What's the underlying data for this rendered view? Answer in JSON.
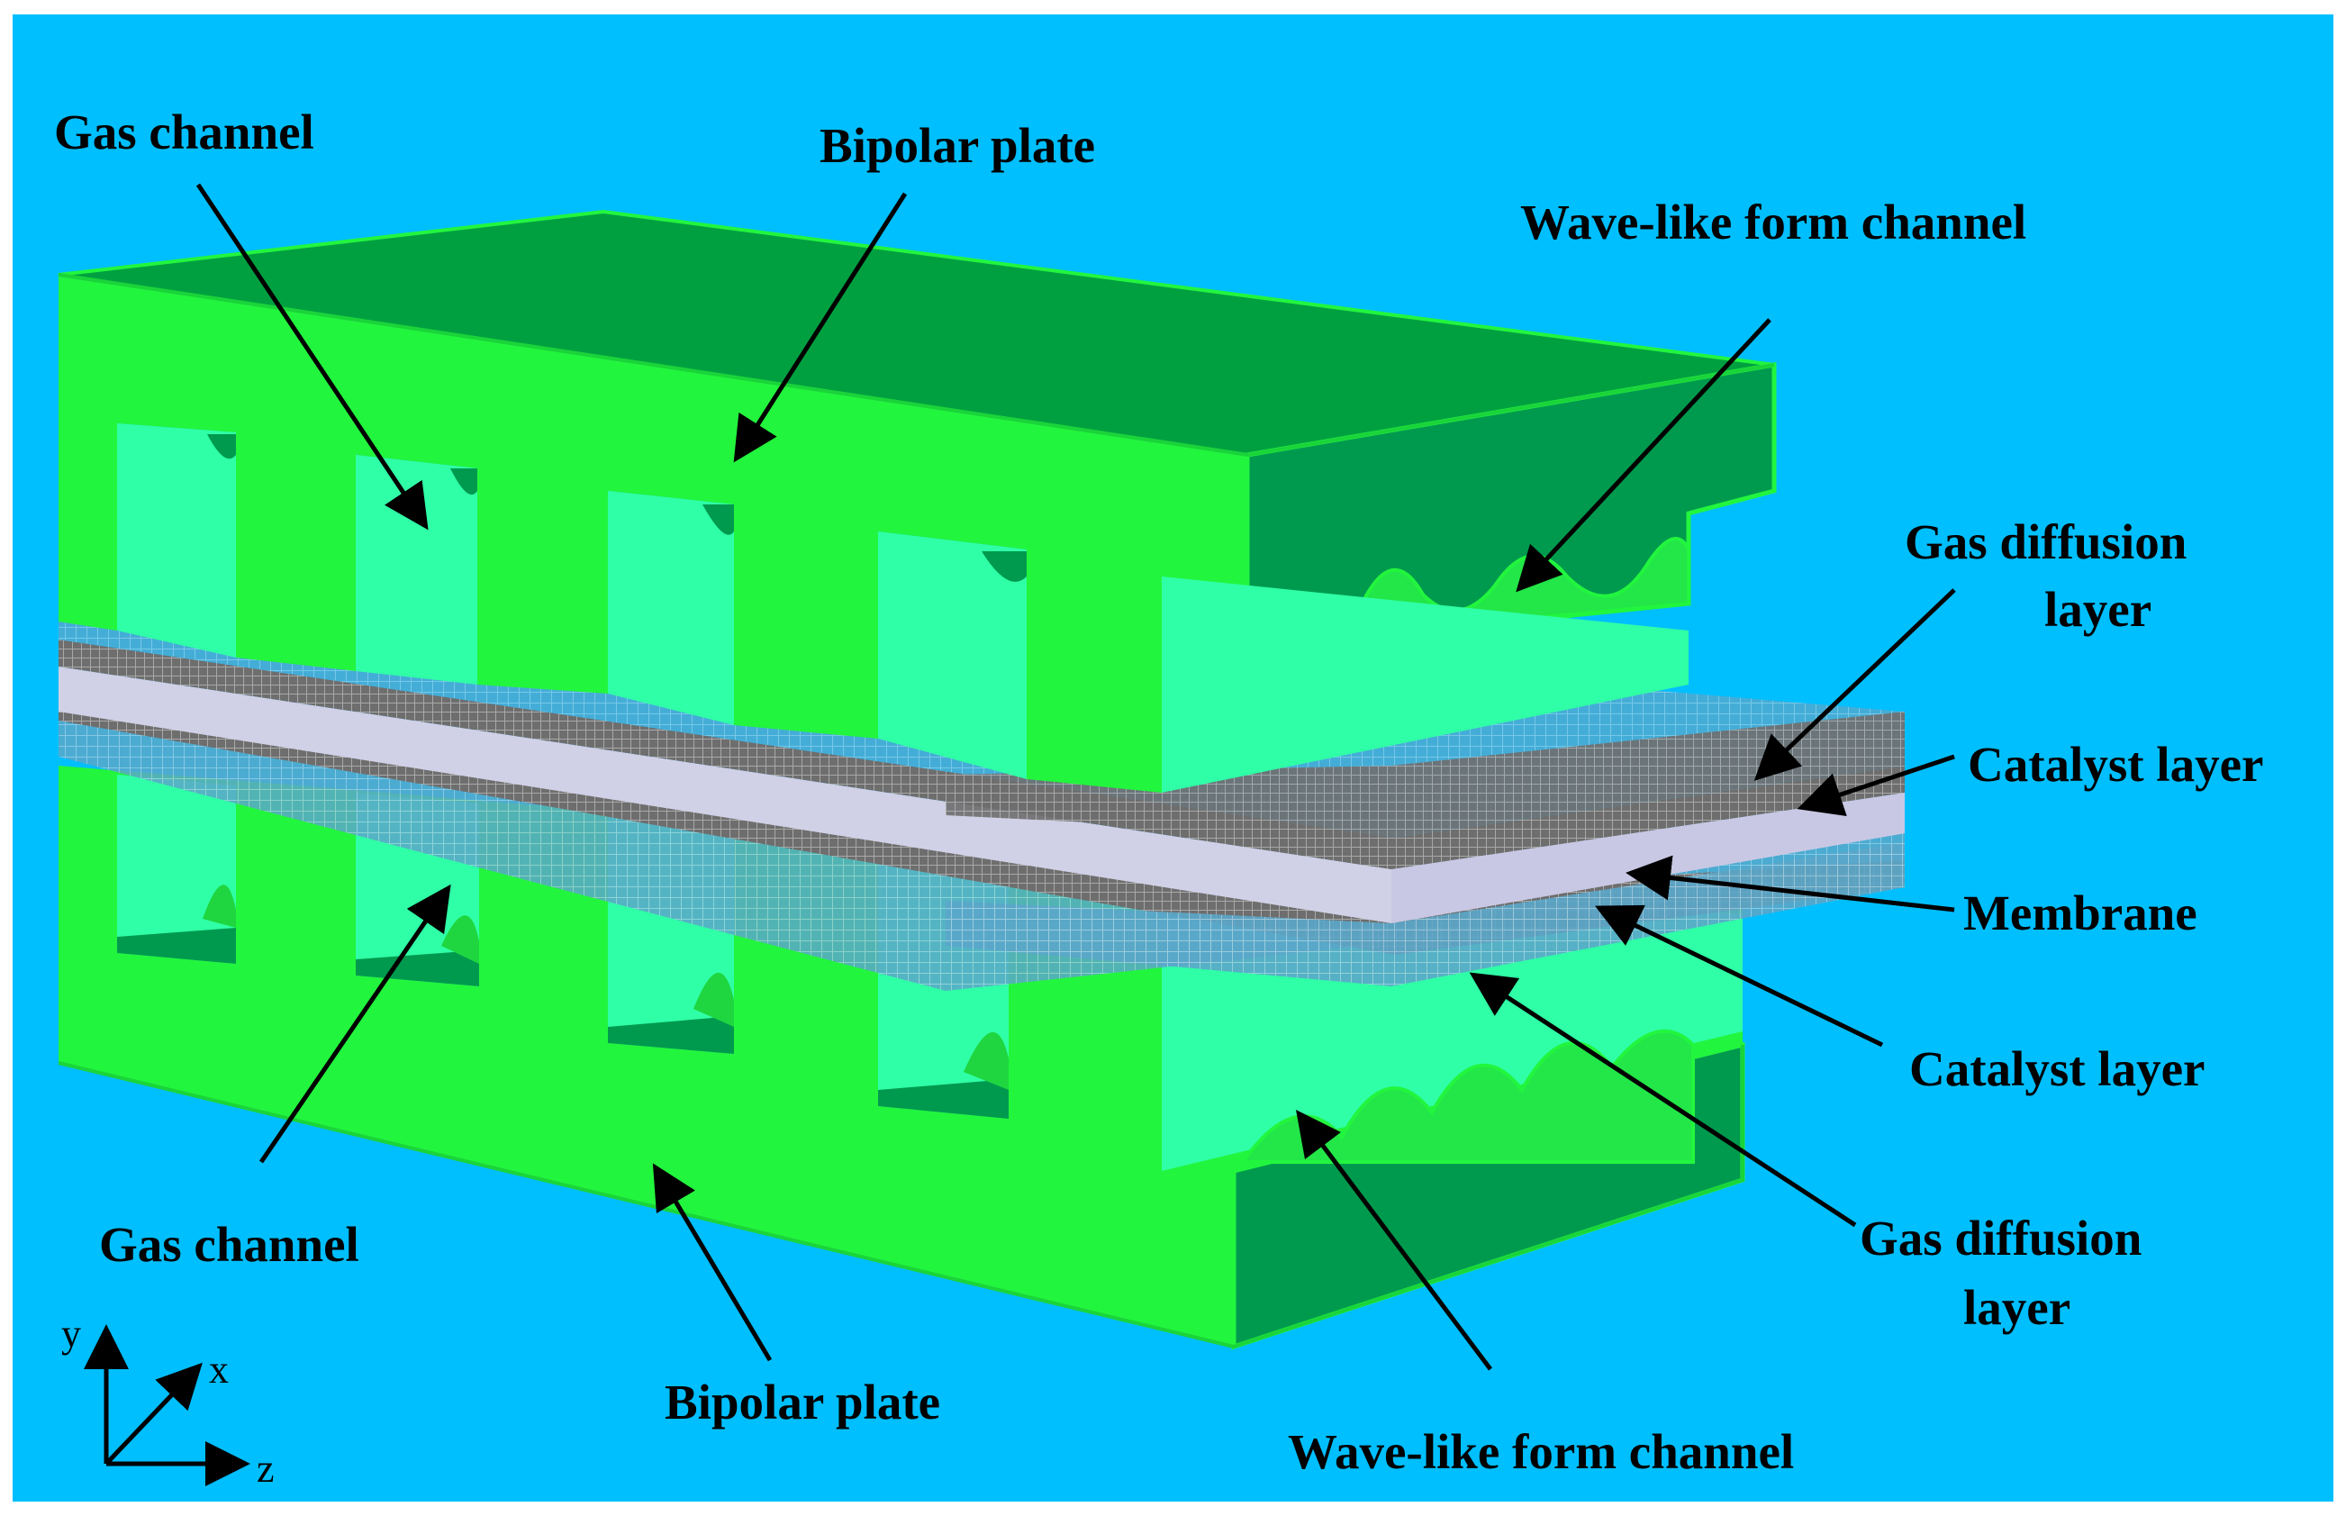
{
  "colors": {
    "background": "#00BFFF",
    "plate_front": "#22F53E",
    "plate_top": "#00A040",
    "plate_side": "#009A4E",
    "channel_wall": "#2FFFA6",
    "gdl_mesh": "#6FA8C4",
    "catalyst_mesh": "#7A7A7A",
    "membrane": "#D0D0E6"
  },
  "labels": {
    "gas_channel_top": "Gas channel",
    "bipolar_plate_top": "Bipolar plate",
    "wave_channel_top": "Wave-like form channel",
    "gdl_top_line1": "Gas diffusion",
    "gdl_top_line2": "layer",
    "catalyst_top": "Catalyst layer",
    "membrane": "Membrane",
    "catalyst_bottom": "Catalyst layer",
    "gdl_bottom_line1": "Gas diffusion",
    "gdl_bottom_line2": "layer",
    "gas_channel_bottom": "Gas channel",
    "bipolar_plate_bottom": "Bipolar plate",
    "wave_channel_bottom": "Wave-like form channel"
  },
  "axes": {
    "y": "y",
    "x": "x",
    "z": "z"
  }
}
